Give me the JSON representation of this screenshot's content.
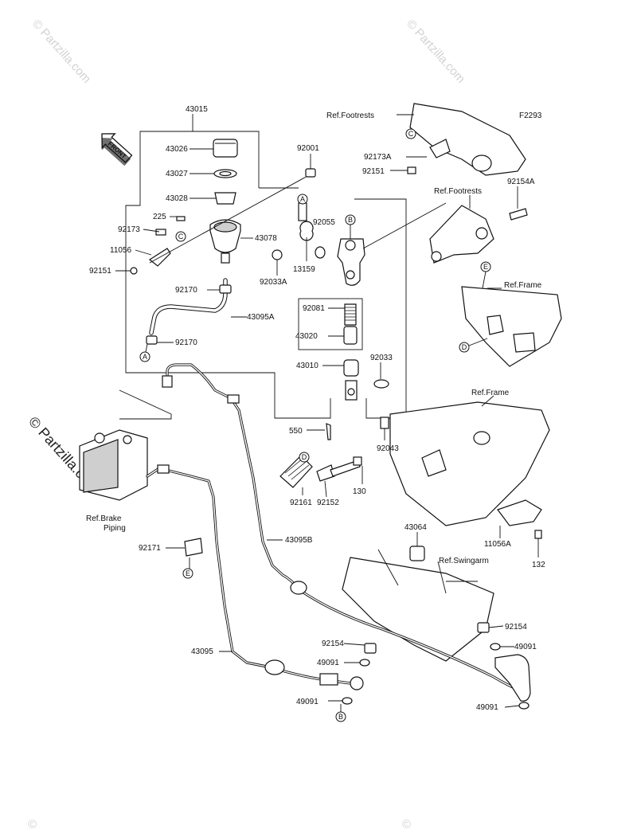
{
  "diagram_code": "F2293",
  "front_label": "FRONT",
  "watermarks": [
    "© Partzilla.com",
    "© Partzilla.com",
    "© Partzilla.com",
    "©",
    "©"
  ],
  "refs": {
    "footrests_top": "Ref.Footrests",
    "footrests_mid": "Ref.Footrests",
    "frame_right": "Ref.Frame",
    "frame_mid": "Ref.Frame",
    "brake_piping": "Ref.Brake",
    "brake_piping_2": "Piping",
    "swingarm": "Ref.Swingarm"
  },
  "callouts": {
    "A1": "A",
    "A2": "A",
    "B1": "B",
    "B2": "B",
    "C1": "C",
    "C2": "C",
    "D1": "D",
    "D2": "D",
    "E1": "E",
    "E2": "E"
  },
  "parts": {
    "p43015": "43015",
    "p43026": "43026",
    "p43027": "43027",
    "p43028": "43028",
    "p225": "225",
    "p92173": "92173",
    "p11056": "11056",
    "p92151": "92151",
    "p92170a": "92170",
    "p92170b": "92170",
    "p43078": "43078",
    "p43095A": "43095A",
    "p92001": "92001",
    "p92055": "92055",
    "p13159": "13159",
    "p92033A": "92033A",
    "p92081": "92081",
    "p43020": "43020",
    "p43010": "43010",
    "p92033": "92033",
    "p550": "550",
    "p92043": "92043",
    "p92161": "92161",
    "p92152": "92152",
    "p130": "130",
    "p92173A": "92173A",
    "p92151b": "92151",
    "p92154A": "92154A",
    "p11056A": "11056A",
    "p132": "132",
    "p43064": "43064",
    "p92171": "92171",
    "p43095B": "43095B",
    "p43095": "43095",
    "p92154a": "92154",
    "p49091a": "49091",
    "p49091b": "49091",
    "p92154b": "92154",
    "p49091c": "49091",
    "p49091d": "49091"
  }
}
